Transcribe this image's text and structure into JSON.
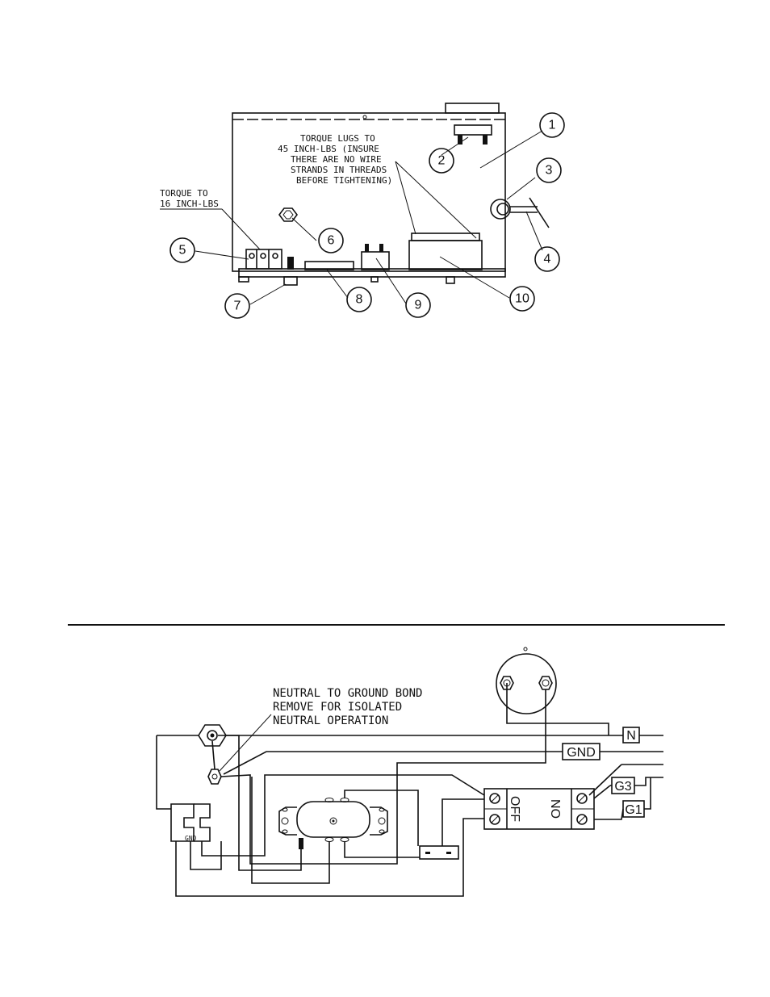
{
  "top_diagram": {
    "note_lugs": [
      "TORQUE LUGS TO",
      "45 INCH-LBS (INSURE",
      "THERE ARE NO WIRE",
      "STRANDS IN THREADS",
      "BEFORE TIGHTENING)"
    ],
    "note_torque": [
      "TORQUE TO",
      "16 INCH-LBS"
    ],
    "callouts": [
      "1",
      "2",
      "3",
      "4",
      "5",
      "6",
      "7",
      "8",
      "9",
      "10"
    ]
  },
  "bottom_diagram": {
    "bond_note": [
      "NEUTRAL TO GROUND BOND",
      "REMOVE FOR ISOLATED",
      "NEUTRAL OPERATION"
    ],
    "terminal_labels": {
      "n": "N",
      "gnd": "GND",
      "g3": "G3",
      "g1": "G1"
    },
    "switch_labels": {
      "off": "OFF",
      "on": "ON"
    },
    "breaker_label": "GND"
  }
}
